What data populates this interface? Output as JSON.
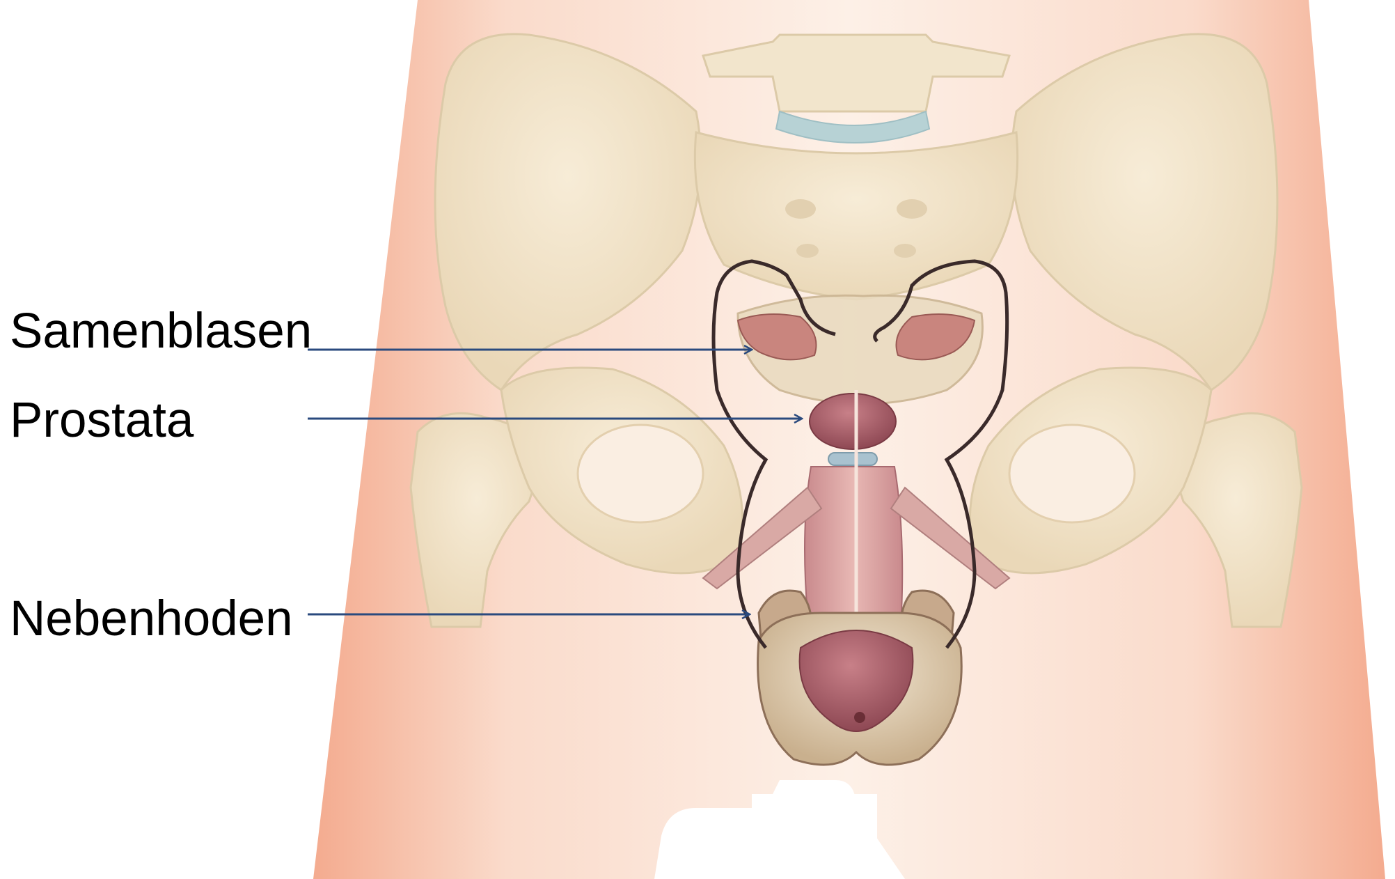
{
  "labels": [
    "Samenblasen",
    "Prostata",
    "Nebenhoden"
  ],
  "colors": {
    "skin": "#f3b29a",
    "skin_light": "#fbe1d3",
    "bone": "#f1e3c9",
    "bone_shadow": "#dccaa8",
    "disc": "#b7d2d5",
    "organ": "#a85a63",
    "organ_light": "#d49aa0",
    "seminal": "#c9857e",
    "duct": "#3a2a2a",
    "arrow": "#2a4a7e",
    "text": "#000000"
  }
}
